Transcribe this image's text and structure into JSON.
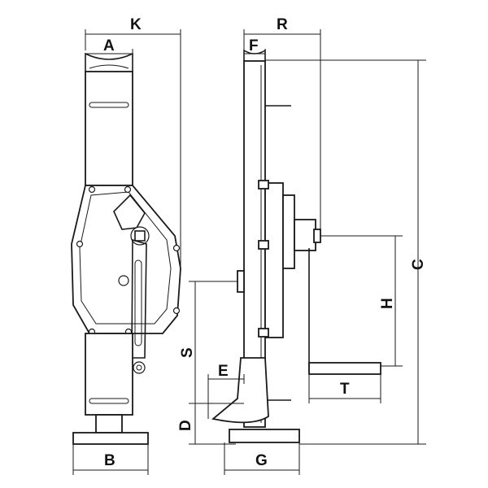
{
  "drawing": {
    "line_color": "#1a1a1a",
    "background": "#ffffff",
    "labels": {
      "K": "K",
      "A": "A",
      "R": "R",
      "F": "F",
      "C": "C",
      "H": "H",
      "S": "S",
      "E": "E",
      "D": "D",
      "T": "T",
      "B": "B",
      "G": "G"
    }
  }
}
